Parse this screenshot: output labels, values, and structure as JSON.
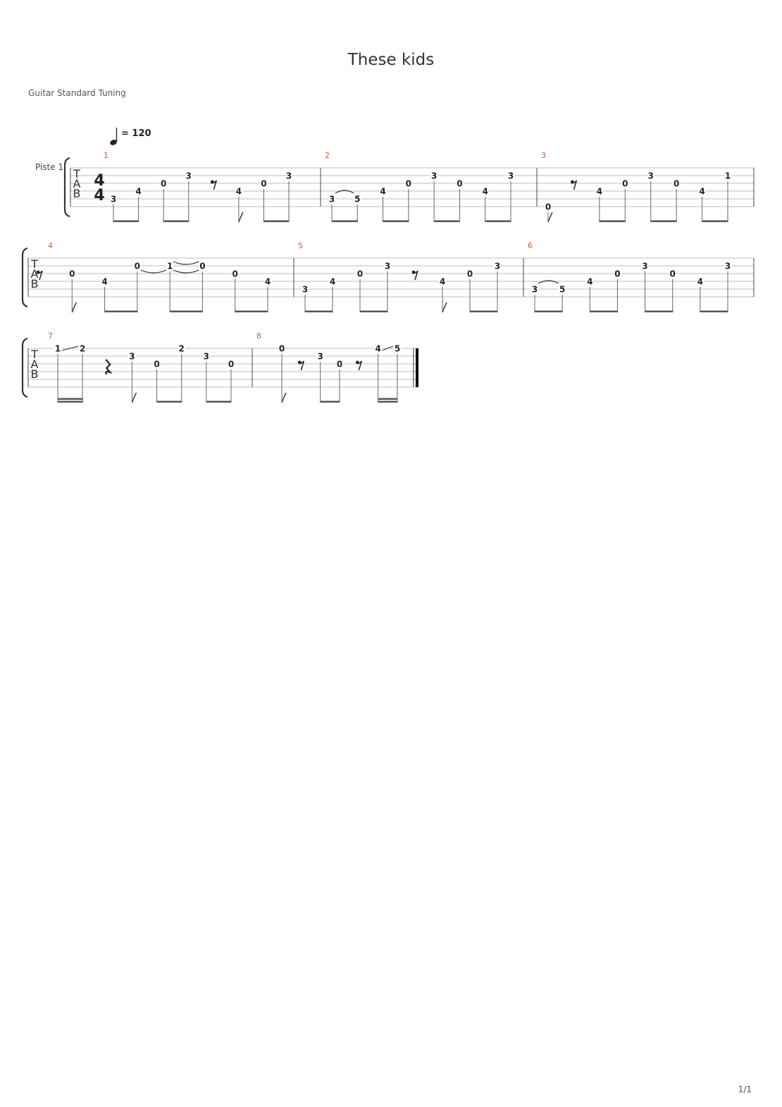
{
  "title": "These kids",
  "tuning": "Guitar Standard Tuning",
  "tempo": {
    "note": "quarter",
    "bpm": "= 120"
  },
  "track_name": "Piste 1",
  "time_signature": {
    "top": "4",
    "bottom": "4"
  },
  "tab_letters": [
    "T",
    "A",
    "B"
  ],
  "page_number": "1/1",
  "colors": {
    "measure_number": "#e8562a",
    "staff_line": "#bdbdbd",
    "ink": "#222222",
    "stem": "#666666"
  },
  "systems": [
    {
      "measures": [
        {
          "number": "1",
          "events": [
            {
              "type": "note",
              "fret": "3",
              "string": 5,
              "beam": "start"
            },
            {
              "type": "note",
              "fret": "4",
              "string": 4,
              "beam": "end"
            },
            {
              "type": "note",
              "fret": "0",
              "string": 3,
              "beam": "start"
            },
            {
              "type": "note",
              "fret": "3",
              "string": 2,
              "beam": "end"
            },
            {
              "type": "rest",
              "value": "eighth"
            },
            {
              "type": "note",
              "fret": "4",
              "string": 4,
              "flag": true
            },
            {
              "type": "note",
              "fret": "0",
              "string": 3,
              "beam": "start"
            },
            {
              "type": "note",
              "fret": "3",
              "string": 2,
              "beam": "end"
            }
          ]
        },
        {
          "number": "2",
          "events": [
            {
              "type": "note",
              "fret": "3",
              "string": 5,
              "beam": "start",
              "tie": true
            },
            {
              "type": "note",
              "fret": "5",
              "string": 5,
              "beam": "end"
            },
            {
              "type": "note",
              "fret": "4",
              "string": 4,
              "beam": "start"
            },
            {
              "type": "note",
              "fret": "0",
              "string": 3,
              "beam": "end"
            },
            {
              "type": "note",
              "fret": "3",
              "string": 2,
              "beam": "start"
            },
            {
              "type": "note",
              "fret": "0",
              "string": 3,
              "beam": "end"
            },
            {
              "type": "note",
              "fret": "4",
              "string": 4,
              "beam": "start"
            },
            {
              "type": "note",
              "fret": "3",
              "string": 2,
              "beam": "end"
            }
          ]
        },
        {
          "number": "3",
          "events": [
            {
              "type": "note",
              "fret": "0",
              "string": 6,
              "flag": true
            },
            {
              "type": "rest",
              "value": "eighth"
            },
            {
              "type": "note",
              "fret": "4",
              "string": 4,
              "beam": "start"
            },
            {
              "type": "note",
              "fret": "0",
              "string": 3,
              "beam": "end"
            },
            {
              "type": "note",
              "fret": "3",
              "string": 2,
              "beam": "start"
            },
            {
              "type": "note",
              "fret": "0",
              "string": 3,
              "beam": "end"
            },
            {
              "type": "note",
              "fret": "4",
              "string": 4,
              "beam": "start"
            },
            {
              "type": "note",
              "fret": "1",
              "string": 2,
              "beam": "end"
            }
          ]
        }
      ]
    },
    {
      "measures": [
        {
          "number": "4",
          "events": [
            {
              "type": "rest",
              "value": "eighth"
            },
            {
              "type": "note",
              "fret": "0",
              "string": 3,
              "flag": true
            },
            {
              "type": "note",
              "fret": "4",
              "string": 4,
              "beam": "start"
            },
            {
              "type": "note",
              "fret": "0",
              "string": 2,
              "beam": "end",
              "tie": true
            },
            {
              "type": "note",
              "fret": "1",
              "string": 2,
              "beam": "start",
              "tie": true
            },
            {
              "type": "note",
              "fret": "0",
              "string": 2,
              "beam": "end"
            },
            {
              "type": "note",
              "fret": "0",
              "string": 3,
              "beam": "start"
            },
            {
              "type": "note",
              "fret": "4",
              "string": 4,
              "beam": "end"
            }
          ]
        },
        {
          "number": "5",
          "events": [
            {
              "type": "note",
              "fret": "3",
              "string": 5,
              "beam": "start"
            },
            {
              "type": "note",
              "fret": "4",
              "string": 4,
              "beam": "end"
            },
            {
              "type": "note",
              "fret": "0",
              "string": 3,
              "beam": "start"
            },
            {
              "type": "note",
              "fret": "3",
              "string": 2,
              "beam": "end"
            },
            {
              "type": "rest",
              "value": "eighth"
            },
            {
              "type": "note",
              "fret": "4",
              "string": 4,
              "flag": true
            },
            {
              "type": "note",
              "fret": "0",
              "string": 3,
              "beam": "start"
            },
            {
              "type": "note",
              "fret": "3",
              "string": 2,
              "beam": "end"
            }
          ]
        },
        {
          "number": "6",
          "events": [
            {
              "type": "note",
              "fret": "3",
              "string": 5,
              "beam": "start",
              "tie": true
            },
            {
              "type": "note",
              "fret": "5",
              "string": 5,
              "beam": "end"
            },
            {
              "type": "note",
              "fret": "4",
              "string": 4,
              "beam": "start"
            },
            {
              "type": "note",
              "fret": "0",
              "string": 3,
              "beam": "end"
            },
            {
              "type": "note",
              "fret": "3",
              "string": 2,
              "beam": "start"
            },
            {
              "type": "note",
              "fret": "0",
              "string": 3,
              "beam": "end"
            },
            {
              "type": "note",
              "fret": "4",
              "string": 4,
              "beam": "start"
            },
            {
              "type": "note",
              "fret": "3",
              "string": 2,
              "beam": "end"
            }
          ]
        }
      ]
    },
    {
      "measures": [
        {
          "number": "7",
          "events": [
            {
              "type": "note",
              "fret": "1",
              "string": 1,
              "beam": "start",
              "beams": 2,
              "slide": true
            },
            {
              "type": "note",
              "fret": "2",
              "string": 1,
              "beam": "end",
              "beams": 2
            },
            {
              "type": "rest",
              "value": "quarter"
            },
            {
              "type": "note",
              "fret": "3",
              "string": 2,
              "flag": true
            },
            {
              "type": "note",
              "fret": "0",
              "string": 3,
              "beam": "start"
            },
            {
              "type": "note",
              "fret": "2",
              "string": 1,
              "beam": "end"
            },
            {
              "type": "note",
              "fret": "3",
              "string": 2,
              "beam": "start"
            },
            {
              "type": "note",
              "fret": "0",
              "string": 3,
              "beam": "end"
            }
          ]
        },
        {
          "number": "8",
          "final": true,
          "events": [
            {
              "type": "note",
              "fret": "0",
              "string": 1,
              "flag": true
            },
            {
              "type": "rest",
              "value": "eighth"
            },
            {
              "type": "note",
              "fret": "3",
              "string": 2,
              "beam": "start"
            },
            {
              "type": "note",
              "fret": "0",
              "string": 3,
              "beam": "end"
            },
            {
              "type": "rest",
              "value": "eighth"
            },
            {
              "type": "note",
              "fret": "4",
              "string": 1,
              "beam": "start",
              "beams": 2,
              "slide": true
            },
            {
              "type": "note",
              "fret": "5",
              "string": 1,
              "beam": "end",
              "beams": 2
            }
          ]
        }
      ]
    }
  ]
}
